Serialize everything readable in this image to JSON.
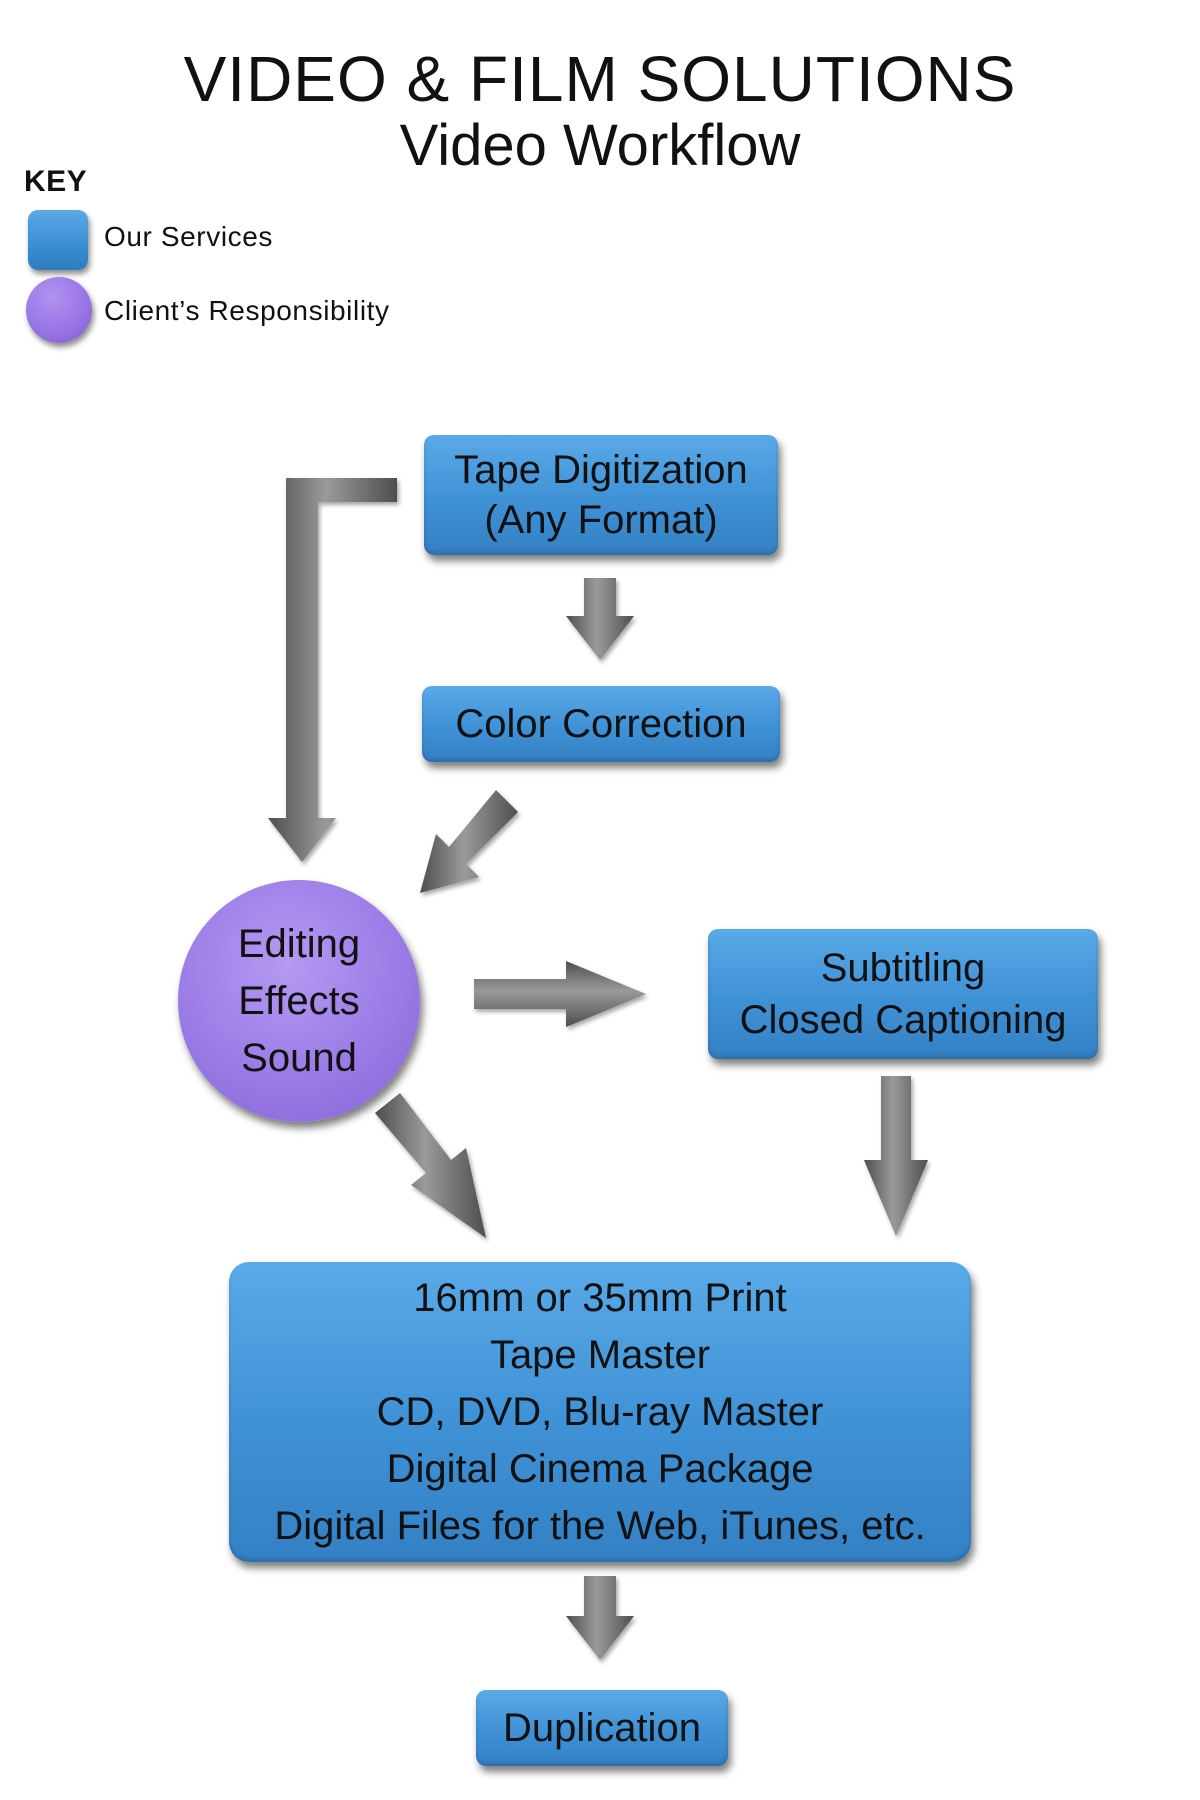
{
  "header": {
    "title": "VIDEO & FILM SOLUTIONS",
    "subtitle": "Video Workflow"
  },
  "key": {
    "title": "KEY",
    "items": [
      {
        "label": "Our Services",
        "shape": "rounded-square",
        "color": "#3f91d6"
      },
      {
        "label": "Client’s Responsibility",
        "shape": "circle",
        "color": "#9b7be6"
      }
    ]
  },
  "nodes": {
    "tape": {
      "lines": [
        "Tape Digitization",
        "(Any Format)"
      ],
      "kind": "service"
    },
    "color": {
      "lines": [
        "Color Correction"
      ],
      "kind": "service"
    },
    "editing": {
      "lines": [
        "Editing",
        "Effects",
        "Sound"
      ],
      "kind": "client"
    },
    "subtitling": {
      "lines": [
        "Subtitling",
        "Closed Captioning"
      ],
      "kind": "service"
    },
    "output": {
      "lines": [
        "16mm or 35mm Print",
        "Tape Master",
        "CD, DVD, Blu-ray Master",
        "Digital Cinema Package",
        "Digital Files for the Web, iTunes, etc."
      ],
      "kind": "service"
    },
    "duplication": {
      "lines": [
        "Duplication"
      ],
      "kind": "service"
    }
  },
  "edges": [
    {
      "from": "tape",
      "to": "color"
    },
    {
      "from": "tape",
      "to": "editing"
    },
    {
      "from": "color",
      "to": "editing"
    },
    {
      "from": "editing",
      "to": "subtitling"
    },
    {
      "from": "editing",
      "to": "output"
    },
    {
      "from": "subtitling",
      "to": "output"
    },
    {
      "from": "output",
      "to": "duplication"
    }
  ],
  "colors": {
    "service": "#3f91d6",
    "client": "#9b7be6",
    "arrow": "#707070"
  }
}
